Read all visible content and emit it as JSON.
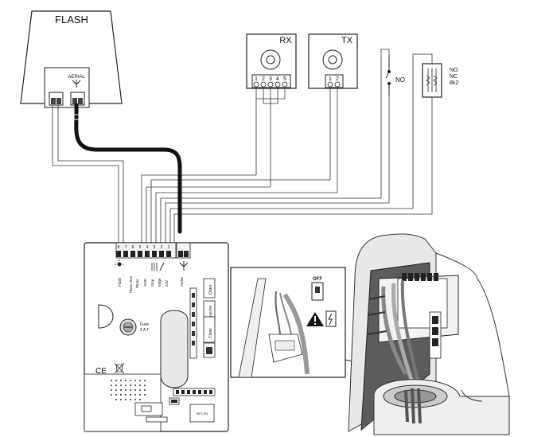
{
  "flash": {
    "title": "FLASH",
    "aerial_label": "AERIAL"
  },
  "rx": {
    "title": "RX",
    "terminals": [
      "1",
      "2",
      "3",
      "4",
      "5"
    ]
  },
  "tx": {
    "title": "TX",
    "terminals": [
      "1",
      "2"
    ]
  },
  "switch": {
    "label": "NO"
  },
  "safety_edge": {
    "label_lines": [
      "NO",
      "NC",
      "8k2"
    ]
  },
  "board": {
    "terminal_numbers": [
      "8",
      "7",
      "6",
      "5",
      "4",
      "3",
      "2",
      "1"
    ],
    "vertical_labels": [
      "Flash",
      "Photo Test",
      "Photo",
      "GND",
      "Stop",
      "Edge",
      "24V",
      "Aerial"
    ],
    "button_labels": [
      "Open",
      "Stop/Set",
      "Close"
    ],
    "fuse_label_lines": [
      "Fuse",
      "2 A T"
    ],
    "certification_text": "CE",
    "small_module_label": "SET-EN"
  },
  "inset": {
    "off_label": "OFF"
  }
}
